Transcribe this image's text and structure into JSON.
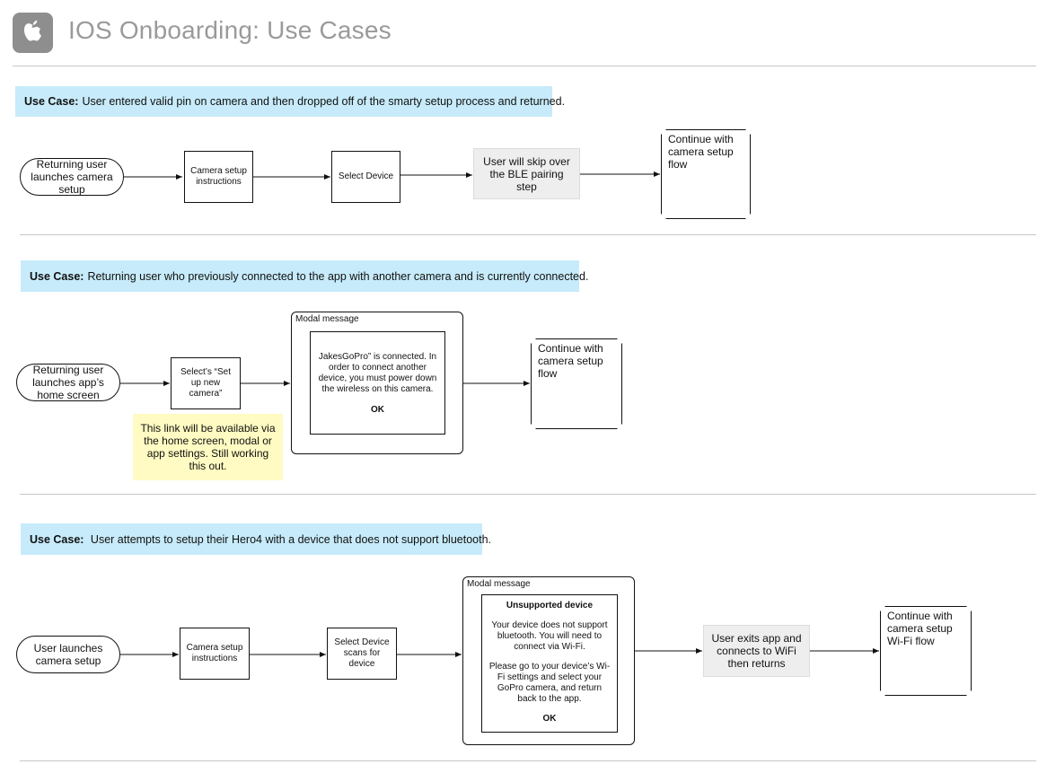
{
  "header": {
    "title": "IOS Onboarding: Use Cases"
  },
  "uc1": {
    "label": "Use Case:",
    "text": "User entered valid pin on camera and then dropped off of the smarty setup process and returned.",
    "start": "Returning user launches camera setup",
    "step1": "Camera setup instructions",
    "step2": "Select Device",
    "step3": "User will skip over the BLE pairing step",
    "end": "Continue with camera setup flow"
  },
  "uc2": {
    "label": "Use Case:",
    "text": "Returning user who previously connected to the app with another camera and is currently connected.",
    "start": "Returning user launches app’s home screen",
    "step1": "Select’s “Set up new camera”",
    "modal_label": "Modal message",
    "modal_text": "JakesGoPro” is connected. In order to connect another device, you must power down the wireless on  this camera.",
    "modal_ok": "OK",
    "note": "This link will be available via the home screen, modal or app settings. Still working this out.",
    "end": "Continue with camera setup flow"
  },
  "uc3": {
    "label": "Use Case:",
    "text": " User attempts to setup their Hero4 with a device that does not support bluetooth.",
    "start": "User launches camera setup",
    "step1": "Camera setup instructions",
    "step2": "Select Device scans for device",
    "modal_label": "Modal message",
    "modal_title": "Unsupported device",
    "modal_p1": "Your device does not support bluetooth. You will need to connect via Wi-Fi.",
    "modal_p2": "Please go to your device’s Wi-Fi settings and select your GoPro camera, and return back to the app.",
    "modal_ok": "OK",
    "step3": "User exits app and connects to WiFi then returns",
    "end": "Continue with camera setup Wi-Fi flow"
  }
}
